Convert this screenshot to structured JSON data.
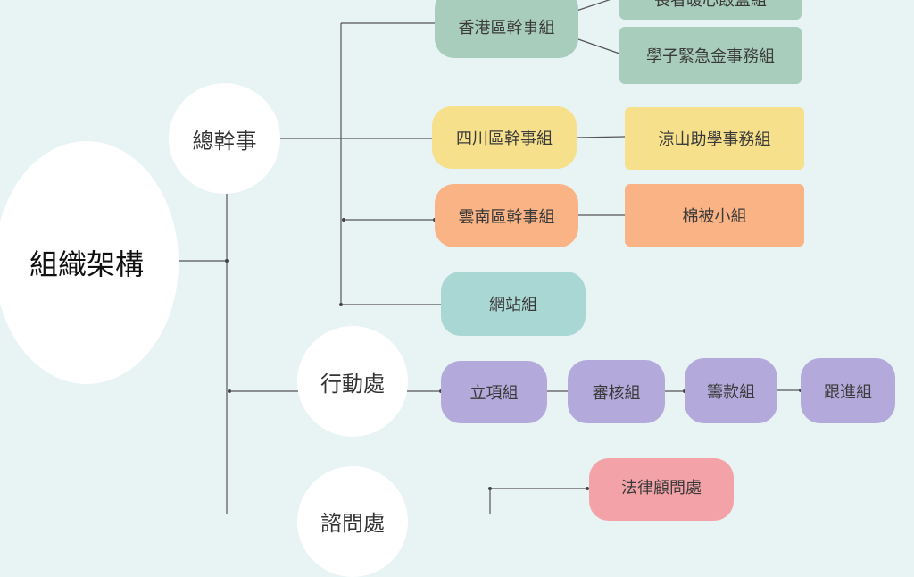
{
  "root": {
    "label": "組織架構"
  },
  "branches": [
    {
      "label": "總幹事",
      "children": [
        {
          "label": "香港區幹事組",
          "color": "#a9cdbd",
          "children": [
            {
              "label": "長者暖心飯盒組"
            },
            {
              "label": "學子緊急金事務組"
            }
          ]
        },
        {
          "label": "四川區幹事組",
          "color": "#f7e08c",
          "children": [
            {
              "label": "涼山助學事務組"
            }
          ]
        },
        {
          "label": "雲南區幹事組",
          "color": "#f9b384",
          "children": [
            {
              "label": "棉被小組"
            }
          ]
        },
        {
          "label": "網站組",
          "color": "#a9d7d4",
          "children": []
        }
      ]
    },
    {
      "label": "行動處",
      "chain": [
        {
          "label": "立項組"
        },
        {
          "label": "審核組"
        },
        {
          "label": "籌款組"
        },
        {
          "label": "跟進組"
        }
      ],
      "color": "#b3aadb"
    },
    {
      "label": "諮問處",
      "children": [
        {
          "label": "法律顧問處",
          "color": "#f3a3a8"
        }
      ]
    }
  ],
  "colors": {
    "background": "#e8f3f4",
    "line": "#555555"
  }
}
